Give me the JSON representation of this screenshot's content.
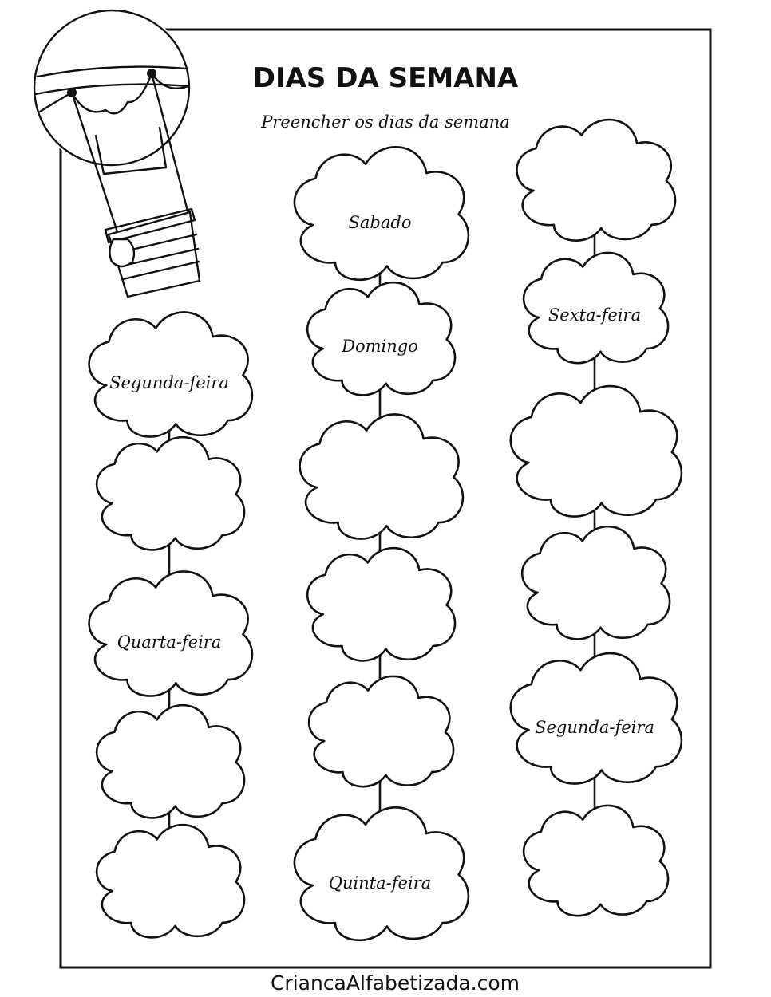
{
  "worksheet": {
    "title": "DIAS DA SEMANA",
    "instruction": "Preencher os dias da semana",
    "footer": "CriancaAlfabetizada.com"
  },
  "columns": [
    {
      "clouds": [
        "Segunda-feira",
        "",
        "Quarta-feira",
        "",
        ""
      ]
    },
    {
      "clouds": [
        "Sabado",
        "Domingo",
        "",
        "",
        "",
        "Quinta-feira"
      ]
    },
    {
      "clouds": [
        "",
        "Sexta-feira",
        "",
        "",
        "Segunda-feira",
        ""
      ]
    }
  ],
  "illustration": {
    "icon": "hot-air-balloon-icon"
  }
}
